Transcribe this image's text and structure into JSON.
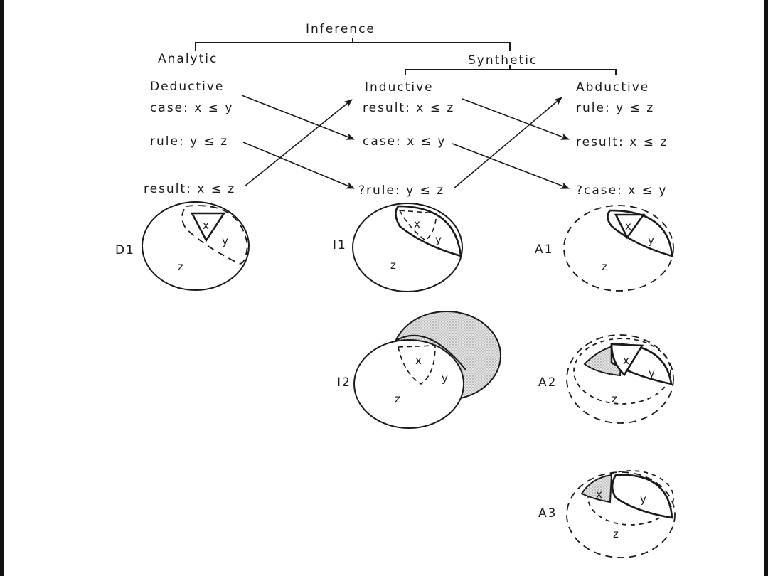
{
  "header": {
    "inference": "Inference",
    "analytic": "Analytic",
    "synthetic": "Synthetic"
  },
  "columns": {
    "deductive": {
      "title": "Deductive",
      "line1": "case: x ≤ y",
      "line2": "rule:  y ≤  z",
      "line3": "result: x  ≤  z"
    },
    "inductive": {
      "title": "Inductive",
      "line1": "result: x ≤ z",
      "line2": "case: x ≤  y",
      "line3": "?rule: y ≤  z"
    },
    "abductive": {
      "title": "Abductive",
      "line1": "rule: y ≤  z",
      "line2": "result: x ≤  z",
      "line3": "?case: x ≤ y"
    }
  },
  "diagrams": {
    "d1": {
      "label": "D1",
      "x": "x",
      "y": "y",
      "z": "z"
    },
    "i1": {
      "label": "I1",
      "x": "x",
      "y": "y",
      "z": "z"
    },
    "a1": {
      "label": "A1",
      "x": "x",
      "y": "y",
      "z": "z"
    },
    "i2": {
      "label": "I2",
      "x": "x",
      "y": "y",
      "z": "z"
    },
    "a2": {
      "label": "A2",
      "x": "x",
      "y": "y",
      "z": "z"
    },
    "a3": {
      "label": "A3",
      "x": "x",
      "y": "y",
      "z": "z"
    }
  },
  "colors": {
    "ink": "#1a1a1a",
    "background": "#ffffff",
    "border": "#111111"
  }
}
